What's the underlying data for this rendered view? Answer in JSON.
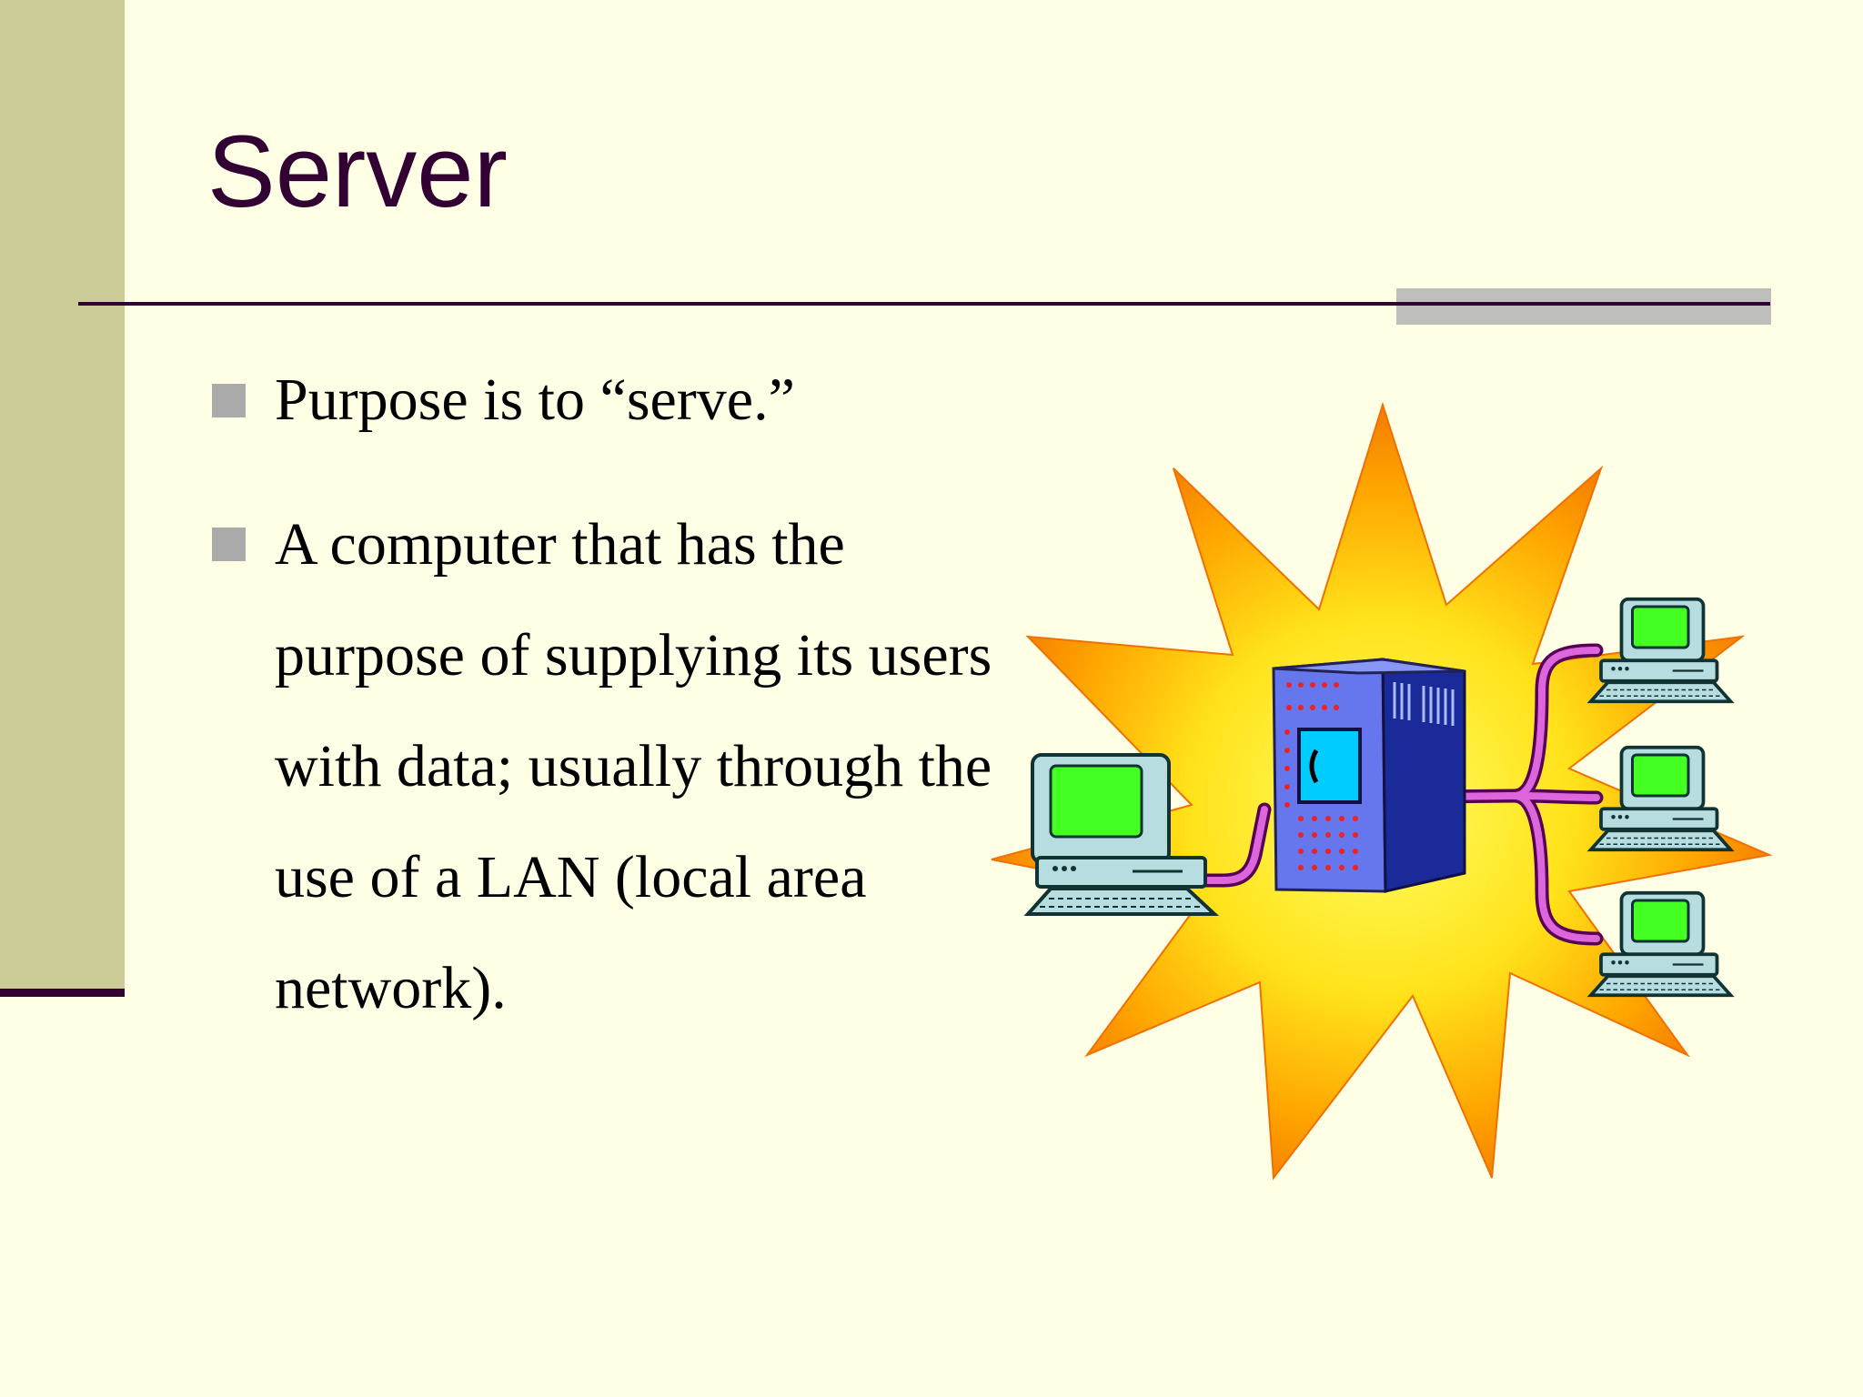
{
  "slide": {
    "title": "Server",
    "bullets": [
      "Purpose is to “serve.”",
      "A computer that has the purpose of supplying its users with data; usually through the use of a LAN (local area network)."
    ]
  },
  "colors": {
    "background": "#FFFFE5",
    "left_bar": "#CCCC99",
    "title_text": "#330033",
    "rule": "#330033",
    "rule_accent": "#BBBBBB",
    "bullet_marker": "#AAAAAA"
  },
  "illustration": {
    "icon": "server-network-clipart"
  }
}
